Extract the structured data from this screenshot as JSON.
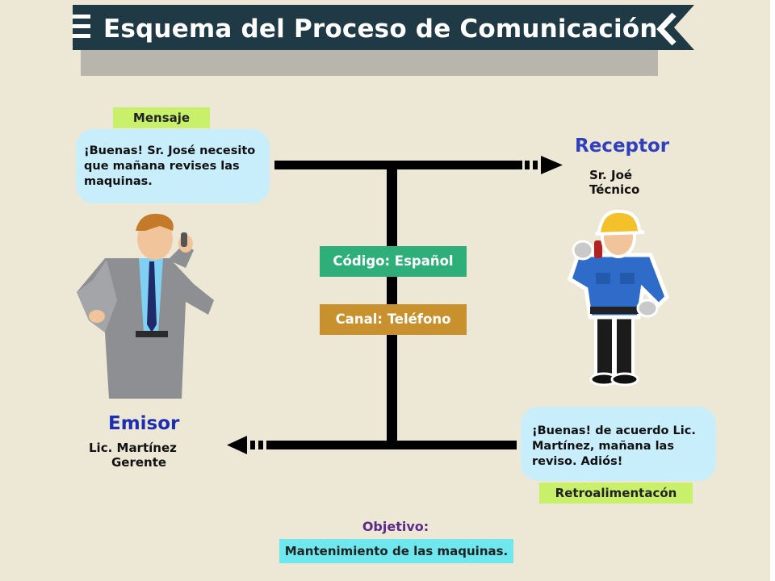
{
  "title": "Esquema del Proceso de Comunicación",
  "mensaje": {
    "label": "Mensaje",
    "lines": [
      "¡Buenas! Sr. José necesito",
      "que  mañana revises las",
      "maquinas."
    ]
  },
  "receptor": {
    "name": "Receptor",
    "lines": [
      "Sr. Joé",
      "Técnico"
    ]
  },
  "emisor": {
    "name": "Emisor",
    "lines": [
      "Lic. Martínez",
      "Gerente"
    ]
  },
  "codigo": "Código: Español",
  "canal": "Canal: Teléfono",
  "retro": {
    "label": "Retroalimentacón",
    "lines": [
      "¡Buenas! de acuerdo Lic.",
      "Martínez,  mañana las",
      "reviso.  Adiós!"
    ]
  },
  "objetivo": {
    "label": "Objetivo:",
    "value": "Mantenimiento de las maquinas."
  },
  "colors": {
    "banner": "#1f3a44",
    "label_green": "#c9f06a",
    "bubble": "#c9eefb",
    "codigo_box": "#2eaf7a",
    "canal_box": "#c9902e",
    "receptor_blue": "#2f3fbd",
    "objetivo_purple": "#5b2a8a",
    "objetivo_box": "#6ee8ee"
  }
}
